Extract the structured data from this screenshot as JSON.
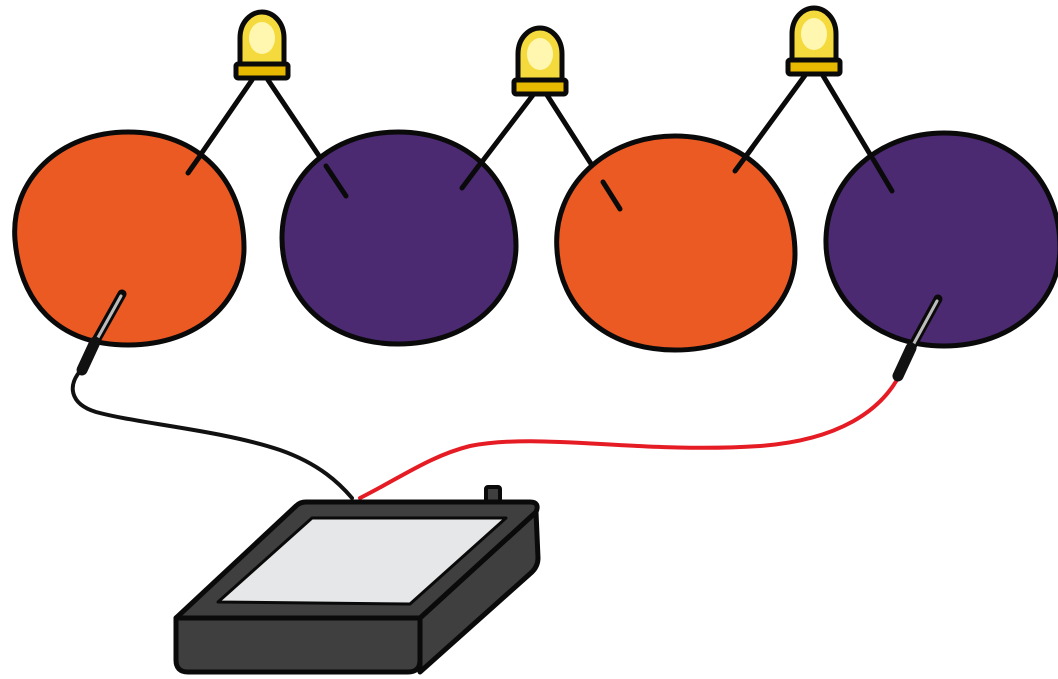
{
  "colors": {
    "background": "#ffffff",
    "orange_dough": "#ec5a24",
    "purple_dough": "#4b2a72",
    "outline": "#0a0a0a",
    "led_glow": "#fff7b0",
    "led_body": "#f4da3c",
    "led_base": "#e6b800",
    "battery_case": "#3f3f3f",
    "battery_lid": "#e6e7e8",
    "wire_negative": "#111111",
    "wire_positive": "#e51c24",
    "probe_tip": "#bcbcbc"
  },
  "components": {
    "dough_balls": [
      {
        "name": "dough-ball-1",
        "color": "orange_dough"
      },
      {
        "name": "dough-ball-2",
        "color": "purple_dough"
      },
      {
        "name": "dough-ball-3",
        "color": "orange_dough"
      },
      {
        "name": "dough-ball-4",
        "color": "purple_dough"
      }
    ],
    "leds": [
      "led-1",
      "led-2",
      "led-3"
    ],
    "battery_pack": "battery-pack",
    "wires": [
      "wire-negative",
      "wire-positive"
    ]
  }
}
